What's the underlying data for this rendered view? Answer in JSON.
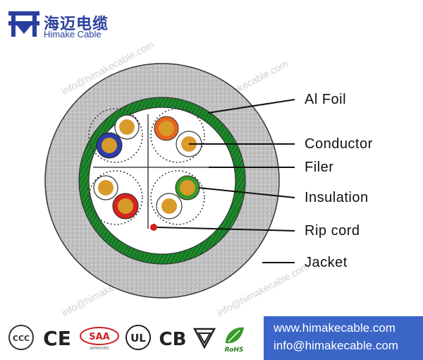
{
  "brand": {
    "name_cn": "海迈电缆",
    "name_en": "Himake Cable"
  },
  "labels": {
    "al_foil": "Al Foil",
    "conductor": "Conductor",
    "filer": "Filer",
    "insulation": "Insulation",
    "rip_cord": "Rip cord",
    "jacket": "Jacket"
  },
  "watermarks": {
    "top_left": "info@himakecable.com",
    "top_right": "info@himakecable.com",
    "bottom_left": "info@himakecable.com",
    "bottom_right": "info@himakecable.com"
  },
  "footer": {
    "website": "www.himakecable.com",
    "email": "info@himakecable.com",
    "certifications": [
      "CCC",
      "CE",
      "SAA",
      "UL",
      "CB",
      "TUV",
      "RoHS"
    ]
  },
  "colors": {
    "brand_blue": "#2a3f9c",
    "jacket_gray": "#b8b8b8",
    "foil_green": "#1f8a2c",
    "copper": "#d89a2a",
    "contact_bg": "#3b66c8"
  },
  "icons": {
    "logo": "himake-logo-icon"
  }
}
